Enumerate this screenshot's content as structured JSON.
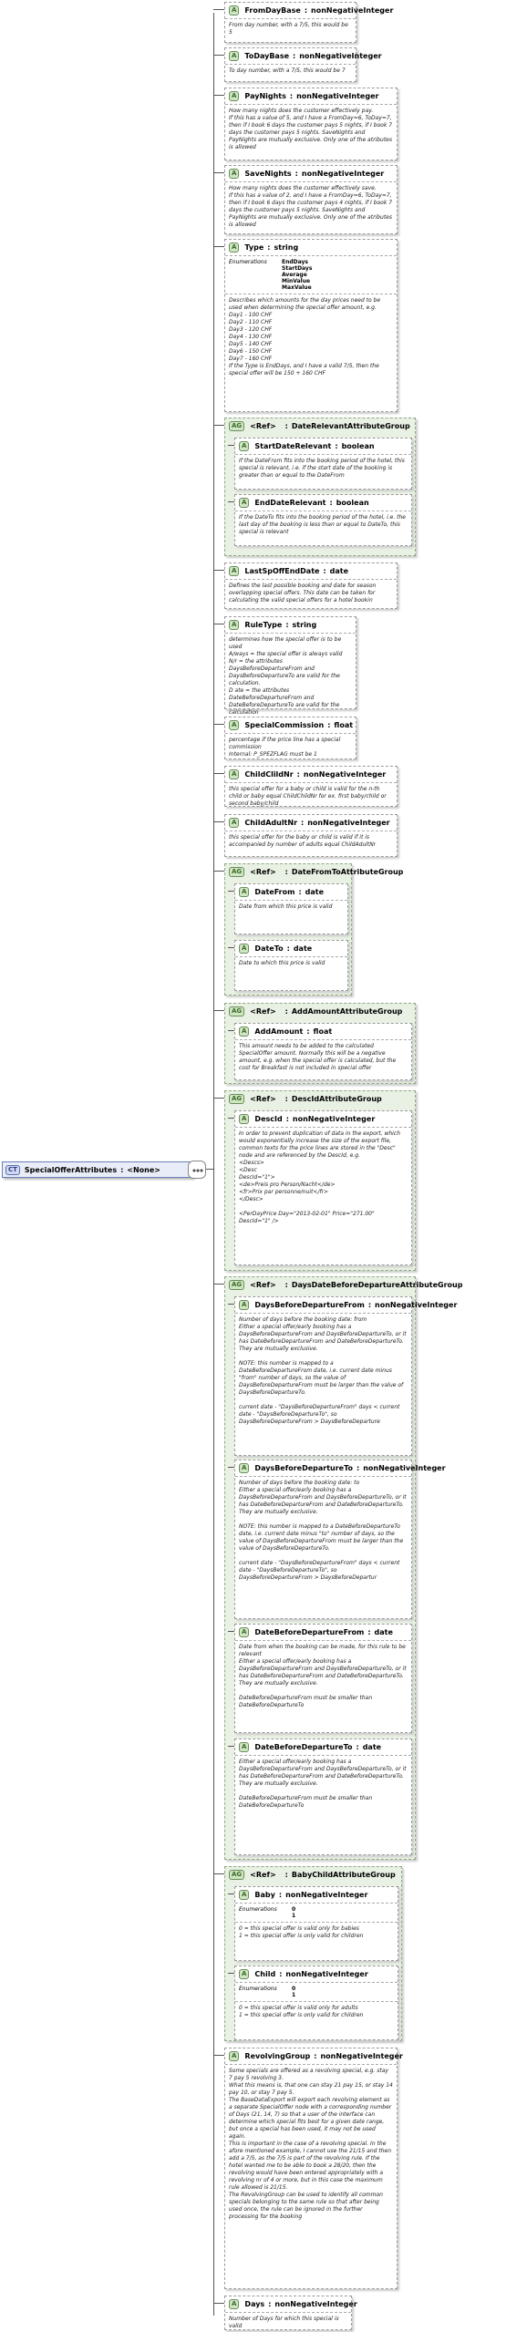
{
  "root": {
    "badge": "CT",
    "name": "SpecialOfferAttributes",
    "type": "<None>"
  },
  "nodes": [
    {
      "badge": "A",
      "name": "FromDayBase",
      "type": "nonNegativeInteger",
      "doc": "From day number, with a 7/5, this would be 5"
    },
    {
      "badge": "A",
      "name": "ToDayBase",
      "type": "nonNegativeInteger",
      "doc": "To day number, with a 7/5, this would be 7"
    },
    {
      "badge": "A",
      "name": "PayNights",
      "type": "nonNegativeInteger",
      "doc": "How many nights does the customer effectively pay.\nIf this has a value of 5, and I have a FromDay=6, ToDay=7, then if I book 6 days the customer pays 5 nights, if I book 7 days the customer pays 5 nights. SaveNights and PayNights are mutually exclusive. Only one of the atributes is allowed"
    },
    {
      "badge": "A",
      "name": "SaveNights",
      "type": "nonNegativeInteger",
      "doc": "How many nights does the customer effectively save.\nIf this has a value of 2, and I have a FromDay=6, ToDay=7, then if I book 6 days the customer pays 4 nights, if I book 7 days the customer pays 5 nights. SaveNights and PayNights are mutually exclusive. Only one of the atributes is allowed"
    },
    {
      "badge": "A",
      "name": "Type",
      "type": "string",
      "enum_label": "Enumerations",
      "enums": [
        "EndDays",
        "StartDays",
        "Average",
        "MinValue",
        "MaxValue"
      ],
      "doc": "Describes which amounts for the day prices need to be used when determining the special offer amount, e.g.\nDay1 - 100 CHF\nDay2 - 110 CHF\nDay3 - 120 CHF\nDay4 - 130 CHF\nDay5 - 140 CHF\nDay6 - 150 CHF\nDay7 - 160 CHF\nIf the Type is EndDays, and I have a valid 7/5, then the special offer will be 150 + 160 CHF"
    },
    {
      "badge": "AG",
      "ref": "<Ref>",
      "name": "DateRelevantAttributeGroup",
      "group": true,
      "children": [
        {
          "badge": "A",
          "name": "StartDateRelevant",
          "type": "boolean",
          "doc": "If the DateFrom fits into the booking period of the hotel, this special is relevant, i.e. if the start date of the booking is greater than or equal to the DateFrom"
        },
        {
          "badge": "A",
          "name": "EndDateRelevant",
          "type": "boolean",
          "doc": "If the DateTo fits into the booking period of the hotel, i.e. the last day of the booking is less than or equal to DateTo, this special is relevant"
        }
      ]
    },
    {
      "badge": "A",
      "name": "LastSpOffEndDate",
      "type": "date",
      "doc": "Defines the last possible booking and date for season overlapping special offers. This date can be taken for calculating the valid special offers for a hotel bookin"
    },
    {
      "badge": "A",
      "name": "RuleType",
      "type": "string",
      "doc": "determines how the special offer is to be used\nA/ways = the special offer is always valid\nN/r = the attributes DaysBeforeDepartureFrom and DaysBeforeDepartureTo are valid for the calculation.\nD ate = the attributes DateBeforeDepartureFrom and DateBeforeDepartureTo are valid for the calculation"
    },
    {
      "badge": "A",
      "name": "SpecialCommission",
      "type": "float",
      "doc": "percentage if the price line has a special commission\nInternal: P_SPEZFLAG must be 1"
    },
    {
      "badge": "A",
      "name": "ChildClildNr",
      "type": "nonNegativeInteger",
      "doc": "this special offer for a baby or child is valid for the n-th child or baby equal ChildChildNr for ex. first baby/child or second baby/child"
    },
    {
      "badge": "A",
      "name": "ChildAdultNr",
      "type": "nonNegativeInteger",
      "doc": "this special offer for the baby or child is valid if it is accompanied by number of adults equal ChildAdultNr"
    },
    {
      "badge": "AG",
      "ref": "<Ref>",
      "name": "DateFromToAttributeGroup",
      "group": true,
      "children": [
        {
          "badge": "A",
          "name": "DateFrom",
          "type": "date",
          "doc": "Date from which this price is valid"
        },
        {
          "badge": "A",
          "name": "DateTo",
          "type": "date",
          "doc": "Date to which this price is valid"
        }
      ]
    },
    {
      "badge": "AG",
      "ref": "<Ref>",
      "name": "AddAmountAttributeGroup",
      "group": true,
      "children": [
        {
          "badge": "A",
          "name": "AddAmount",
          "type": "float",
          "doc": "This amount needs to be added to the calculated SpecialOffer amount. Normally this will be a negative amount, e.g. when the special offer is calculated, but the cost for Breakfast is not included in special offer"
        }
      ]
    },
    {
      "badge": "AG",
      "ref": "<Ref>",
      "name": "DescIdAttributeGroup",
      "group": true,
      "children": [
        {
          "badge": "A",
          "name": "DescId",
          "type": "nonNegativeInteger",
          "doc": "In order to prevent duplication of data in the export, which would exponentially increase the size of the export file, common texts for the price lines are stored in the \"Desc\" node and are referenced by the DescId, e.g.\n<Descs>\n<Desc\nDescId=\"1\">\n<de>Preis pro Person/Nacht</de>\n<fr>Prix par personne/nuit</fr>\n</Desc>\n\n<PerDayPrice Day=\"2013-02-01\" Price=\"271.00\" DescId=\"1\" />"
        }
      ]
    },
    {
      "badge": "AG",
      "ref": "<Ref>",
      "name": "DaysDateBeforeDepartureAttributeGroup",
      "group": true,
      "children": [
        {
          "badge": "A",
          "name": "DaysBeforeDepartureFrom",
          "type": "nonNegativeInteger",
          "doc": "Number of days before the booking date: from\nEither a special offer/early booking has a DaysBeforeDepartureFrom and DaysBeforeDepartureTo, or it has DateBeforeDepartureFrom and DateBeforeDepartureTo. They are mutually exclusive.\n\nNOTE: this number is mapped to a DateBeforeDepartureFrom date, i.e. current date minus \"from\" number of days, so the value of DaysBeforeDepartureFrom must be larger than the value of DaysBeforeDepartureTo.\n\ncurrent date - \"DaysBeforeDepartureFrom\" days < current date - \"DaysBeforeDepartureTo\", so DaysBeforeDepartureFrom > DaysBeforeDeparture"
        },
        {
          "badge": "A",
          "name": "DaysBeforeDepartureTo",
          "type": "nonNegativeInteger",
          "doc": "Number of days before the booking date: to\nEither a special offer/early booking has a DaysBeforeDepartureFrom and DaysBeforeDepartureTo, or it has DateBeforeDepartureFrom and DateBeforeDepartureTo. They are mutually exclusive.\n\nNOTE: this number is mapped to a DateBeforeDepartureTo date, i.e. current date minus \"to\" number of days, so the value of DaysBeforeDepartureFrom must be larger than the value of DaysBeforeDepartureTo.\n\ncurrent date - \"DaysBeforeDepartureFrom\" days < current date - \"DaysBeforeDepartureTo\", so DaysBeforeDepartureFrom > DaysBeforeDepartur"
        },
        {
          "badge": "A",
          "name": "DateBeforeDepartureFrom",
          "type": "date",
          "doc": "Date from when the booking can be made, for this rule to be relevant\nEither a special offer/early booking has a DaysBeforeDepartureFrom and DaysBeforeDepartureTo, or it has DateBeforeDepartureFrom and DateBeforeDepartureTo. They are mutually exclusive.\n\nDateBeforeDepartureFrom must be smaller than DateBeforeDepartureTo"
        },
        {
          "badge": "A",
          "name": "DateBeforeDepartureTo",
          "type": "date",
          "doc": "Either a special offer/early booking has a DaysBeforeDepartureFrom and DaysBeforeDepartureTo, or it has DateBeforeDepartureFrom and DateBeforeDepartureTo. They are mutually exclusive.\n\nDateBeforeDepartureFrom must be smaller than DateBeforeDepartureTo"
        }
      ]
    },
    {
      "badge": "AG",
      "ref": "<Ref>",
      "name": "BabyChildAttributeGroup",
      "group": true,
      "children": [
        {
          "badge": "A",
          "name": "Baby",
          "type": "nonNegativeInteger",
          "enum_label": "Enumerations",
          "enums": [
            "0",
            "1"
          ],
          "doc": "0 = this special offer is valid only for babies\n1 = this special offer is only valid for children"
        },
        {
          "badge": "A",
          "name": "Child",
          "type": "nonNegativeInteger",
          "enum_label": "Enumerations",
          "enums": [
            "0",
            "1"
          ],
          "doc": "0 = this special offer is valid only for adults\n1 = this special offer is only valid for children"
        }
      ]
    },
    {
      "badge": "A",
      "name": "RevolvingGroup",
      "type": "nonNegativeInteger",
      "doc": "Some specials are offered as a revolving special, e.g. stay 7 pay 5 revolving 3.\nWhat this means is, that one can stay 21 pay 15, or stay 14 pay 10, or stay 7 pay 5.\nThe BaseDataExport will export each revolving element as a separate SpecialOffer node with a corresponding number of Days (21, 14, 7) so that a user of the interface can determine which special fits best for a given date range, but once a special has been used, it may not be used again.\nThis is important in the case of a revolving special. In the afore mentioned example, I cannot use the 21/15 and then add a 7/5, as the 7/5 is part of the revolving rule. If the hotel wanted me to be able to book a 28/20, then the revolving would have been entered appropriately with a revolving nr of 4 or more, but in this case the maximum rule allowed is 21/15.\nThe RevolvingGroup can be used to identify all common specials belonging to the same rule so that after being used once, the rule can be ignored in the further processing for the booking"
    },
    {
      "badge": "A",
      "name": "Days",
      "type": "nonNegativeInteger",
      "doc": "Number of Days for which this special is valid"
    }
  ]
}
